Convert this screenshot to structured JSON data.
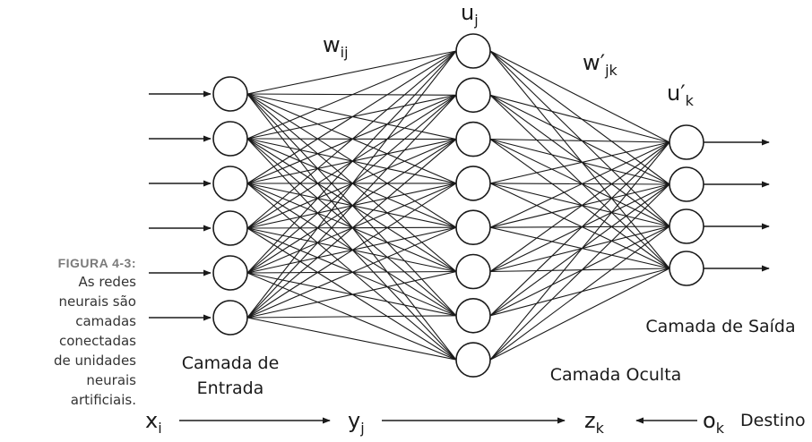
{
  "caption": {
    "label": "FIGURA 4-3:",
    "text_lines": [
      "As redes",
      "neurais são",
      "camadas",
      "conectadas",
      "de unidades",
      "neurais",
      "artificiais."
    ]
  },
  "layers": {
    "input": {
      "name_line1": "Camada de",
      "name_line2": "Entrada",
      "count": 6
    },
    "hidden": {
      "name": "Camada Oculta",
      "count": 8
    },
    "output": {
      "name": "Camada de Saída",
      "count": 4
    }
  },
  "weights": {
    "w_base": "w",
    "w_sub": "ij",
    "w2_base": "w′",
    "w2_sub": "jk"
  },
  "units": {
    "u_base": "u",
    "u_sub": "j",
    "u2_base": "u′",
    "u2_sub": "k"
  },
  "bottom_row": {
    "x_base": "x",
    "x_sub": "i",
    "y_base": "y",
    "y_sub": "j",
    "z_base": "z",
    "z_sub": "k",
    "o_base": "o",
    "o_sub": "k",
    "destino": "Destino"
  }
}
